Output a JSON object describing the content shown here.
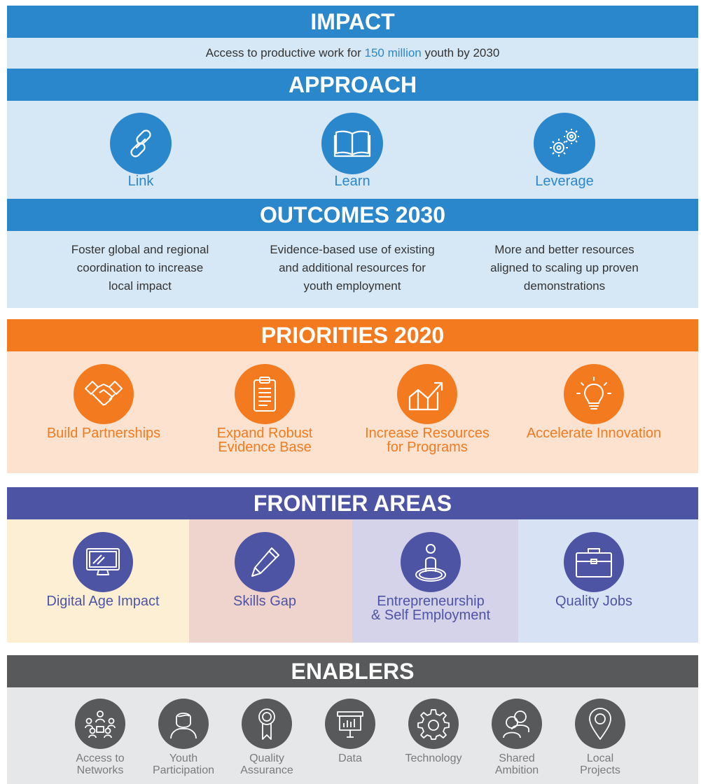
{
  "impact": {
    "title": "IMPACT",
    "text_before": "Access to productive work for ",
    "highlight": "150 million",
    "text_after": " youth by 2030"
  },
  "approach": {
    "title": "APPROACH",
    "items": [
      {
        "label": "Link",
        "icon": "link-icon"
      },
      {
        "label": "Learn",
        "icon": "book-icon"
      },
      {
        "label": "Leverage",
        "icon": "gears-icon"
      }
    ]
  },
  "outcomes": {
    "title": "OUTCOMES 2030",
    "items": [
      {
        "lines": [
          "Foster global and regional",
          "coordination to increase",
          "local impact"
        ]
      },
      {
        "lines": [
          "Evidence-based use of existing",
          "and additional resources for",
          "youth employment"
        ]
      },
      {
        "lines": [
          "More and better resources",
          "aligned to scaling up proven",
          "demonstrations"
        ]
      }
    ]
  },
  "priorities": {
    "title": "PRIORITIES 2020",
    "items": [
      {
        "lines": [
          "Build Partnerships"
        ],
        "icon": "handshake-icon"
      },
      {
        "lines": [
          "Expand Robust",
          "Evidence Base"
        ],
        "icon": "clipboard-icon"
      },
      {
        "lines": [
          "Increase Resources",
          "for Programs"
        ],
        "icon": "growth-chart-icon"
      },
      {
        "lines": [
          "Accelerate Innovation"
        ],
        "icon": "lightbulb-icon"
      }
    ]
  },
  "frontier": {
    "title": "FRONTIER AREAS",
    "items": [
      {
        "lines": [
          "Digital Age Impact"
        ],
        "icon": "monitor-icon"
      },
      {
        "lines": [
          "Skills Gap"
        ],
        "icon": "pen-icon"
      },
      {
        "lines": [
          "Entrepreneurship",
          "& Self Employment"
        ],
        "icon": "person-target-icon"
      },
      {
        "lines": [
          "Quality Jobs"
        ],
        "icon": "briefcase-icon"
      }
    ]
  },
  "enablers": {
    "title": "ENABLERS",
    "items": [
      {
        "lines": [
          "Access to",
          "Networks"
        ],
        "icon": "network-icon"
      },
      {
        "lines": [
          "Youth",
          "Participation"
        ],
        "icon": "person-icon"
      },
      {
        "lines": [
          "Quality",
          "Assurance"
        ],
        "icon": "ribbon-icon"
      },
      {
        "lines": [
          "Data"
        ],
        "icon": "presentation-icon"
      },
      {
        "lines": [
          "Technology"
        ],
        "icon": "gear-icon"
      },
      {
        "lines": [
          "Shared",
          "Ambition"
        ],
        "icon": "people-icon"
      },
      {
        "lines": [
          "Local",
          "Projects"
        ],
        "icon": "location-pin-icon"
      }
    ]
  },
  "colors": {
    "blue": "#2b87cc",
    "light_blue": "#d6e8f6",
    "orange": "#f47a20",
    "light_orange": "#fde3cf",
    "purple": "#4e54a4",
    "gray": "#58595b",
    "light_gray": "#e6e7e8"
  }
}
